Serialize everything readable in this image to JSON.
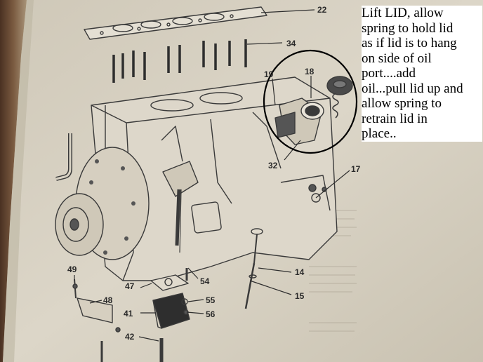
{
  "annotation": {
    "text": "Lift LID, allow\nspring to hold lid\nas if lid is to hang\non side of oil\nport....add\noil...pull lid up and\nallow spring to\nretrain lid in\nplace..",
    "circle_color": "#000000"
  },
  "part_labels": [
    "22",
    "34",
    "19",
    "18",
    "32",
    "17",
    "49",
    "47",
    "48",
    "54",
    "55",
    "41",
    "56",
    "14",
    "15",
    "42"
  ],
  "colors": {
    "page": "#d8d2c4",
    "ink": "#3a3a3a",
    "spine": "#6b4a33",
    "caption_bg": "#ffffff"
  }
}
